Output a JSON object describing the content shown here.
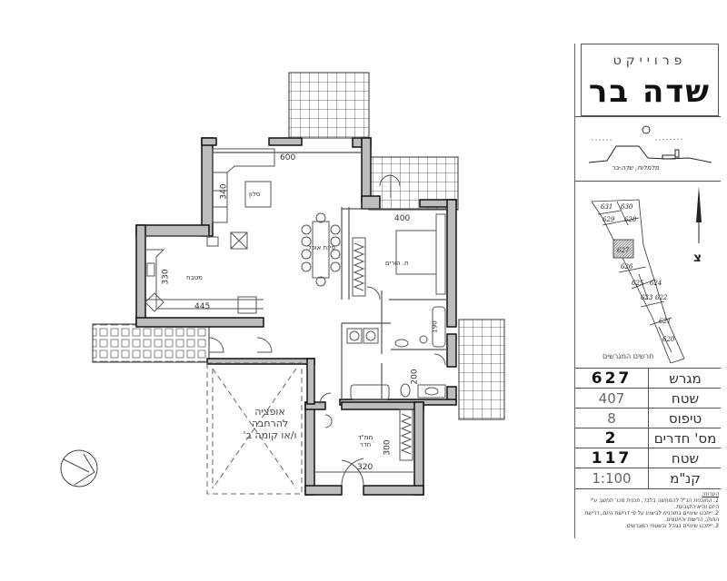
{
  "project": {
    "label_small": "פרוייקט",
    "name": "שדה בר"
  },
  "sketch": {
    "caption": "מלמלות, שדה-בר"
  },
  "plot_map": {
    "caption": "תרשים המגרשים",
    "plots": [
      "631",
      "630",
      "629",
      "628",
      "627",
      "626",
      "625",
      "624",
      "623",
      "622",
      "621",
      "620"
    ],
    "highlighted_plot": "627",
    "north_arrow_label": "צ"
  },
  "info_table": {
    "rows": [
      {
        "key": "מגרש",
        "value": "627",
        "style": "bold"
      },
      {
        "key": "שטח",
        "value": "407",
        "style": "light"
      },
      {
        "key": "טיפוס",
        "value": "8",
        "style": "light"
      },
      {
        "key": "מס' חדרים",
        "value": "2",
        "style": "bold"
      },
      {
        "key": "שטח",
        "value": "117",
        "style": "bold"
      },
      {
        "key": "קנ\"מ",
        "value": "1:100",
        "style": "light"
      }
    ]
  },
  "notes": {
    "title": "הערות:",
    "items": [
      "1. התוכנית הנ\"ל להמחשה בלבד, תכנית מכר תחשב ע\"י היזם והיא הקובעת.",
      "2. ייתכנו שינויים בתוכנית לביצוע על פי דרישת היזם, דרישת החוק, הרשות והיועצים.",
      "3. ייתכנו שינויים בגודל ובשטחי המגרשים."
    ]
  },
  "floor_plan": {
    "rooms": {
      "living": "סלון",
      "dining": "פינת אוכל",
      "kitchen": "מטבח",
      "master_bedroom": "ח. הורים",
      "safe_room": "ממ\"ד חדר",
      "option_area": [
        "אופציה",
        "להרחבה",
        "ו/או קומה ב'"
      ]
    },
    "dimensions": {
      "living_width": "600",
      "living_depth": "340",
      "kitchen_depth": "330",
      "kitchen_width": "445",
      "master_width": "400",
      "master_bath": "190",
      "hall": "200",
      "safe_room_depth": "300",
      "safe_room_width": "320"
    }
  },
  "colors": {
    "wall_fill": "#bdbdbd",
    "wall_outline": "#111111",
    "line": "#555555",
    "background": "#ffffff"
  }
}
